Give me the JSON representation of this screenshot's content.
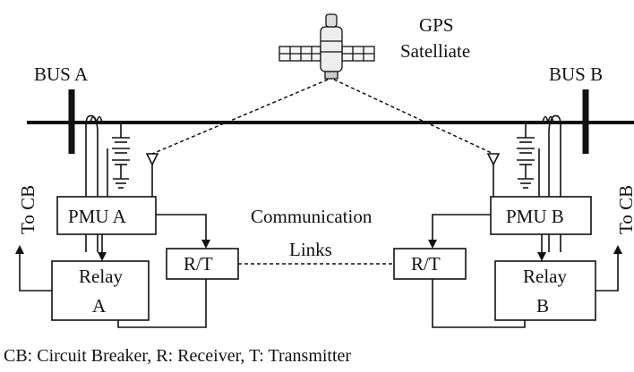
{
  "labels": {
    "satellite_line1": "GPS",
    "satellite_line2": "Satelliate",
    "bus_a": "BUS A",
    "bus_b": "BUS B",
    "to_cb_left": "To CB",
    "to_cb_right": "To CB",
    "pmu_a": "PMU A",
    "pmu_b": "PMU B",
    "relay_a_line1": "Relay",
    "relay_a_line2": "A",
    "relay_b_line1": "Relay",
    "relay_b_line2": "B",
    "rt_left": "R/T",
    "rt_right": "R/T",
    "comm_line1": "Communication",
    "comm_line2": "Links",
    "caption": "CB: Circuit Breaker, R: Receiver, T: Transmitter"
  },
  "colors": {
    "line": "#111111",
    "background": "#ffffff"
  }
}
